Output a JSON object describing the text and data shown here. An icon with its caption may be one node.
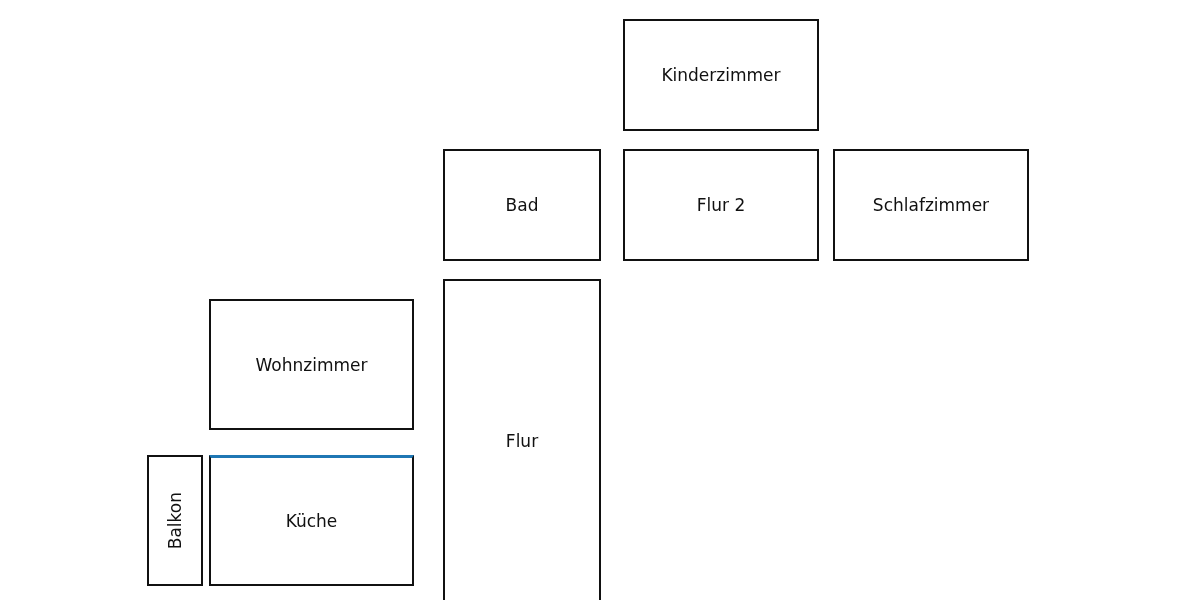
{
  "diagram": {
    "nodes": [
      {
        "text": [
          "Kinderzimmer"
        ]
      },
      {
        "text": [
          "Bad"
        ]
      },
      {
        "text": [
          "Flur 2"
        ]
      },
      {
        "text": [
          "Schlafzimmer"
        ]
      },
      {
        "text": [
          "Flur"
        ]
      },
      {
        "text": [
          "Wohnzimmer"
        ]
      },
      {
        "text": [
          "Balkon"
        ]
      },
      {
        "text": [
          "Küche"
        ]
      }
    ]
  }
}
